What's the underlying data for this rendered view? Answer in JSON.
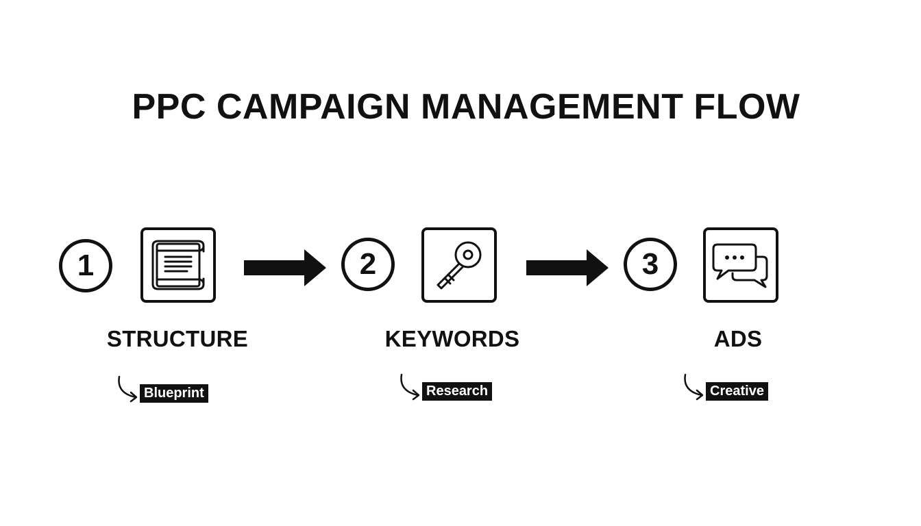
{
  "title": "PPC CAMPAIGN MANAGEMENT FLOW",
  "steps": [
    {
      "number": "1",
      "icon": "scroll-document-icon",
      "label": "STRUCTURE",
      "tag": "Blueprint"
    },
    {
      "number": "2",
      "icon": "key-icon",
      "label": "KEYWORDS",
      "tag": "Research"
    },
    {
      "number": "3",
      "icon": "chat-bubbles-icon",
      "label": "ADS",
      "tag": "Creative"
    }
  ]
}
